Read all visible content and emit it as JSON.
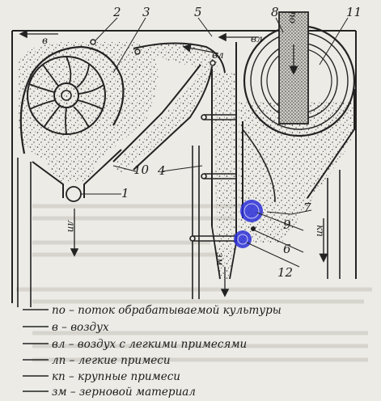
{
  "diagram": {
    "part_numbers": [
      "1",
      "2",
      "3",
      "4",
      "5",
      "6",
      "7",
      "8",
      "9",
      "10",
      "11",
      "12"
    ],
    "flows": {
      "po": "по",
      "v": "в",
      "vl_top": "вл",
      "vl_mid": "вл",
      "lp": "лп",
      "zm": "зм",
      "kp": "кп"
    }
  },
  "legend": [
    {
      "code": "по",
      "sep": " – ",
      "text": "поток обрабатываемой культуры"
    },
    {
      "code": "в",
      "sep": " – ",
      "text": "воздух"
    },
    {
      "code": "вл",
      "sep": " – ",
      "text": "воздух с легкими примесями"
    },
    {
      "code": "лп",
      "sep": " – ",
      "text": "легкие примеси"
    },
    {
      "code": "кп",
      "sep": " – ",
      "text": "крупные примеси"
    },
    {
      "code": "зм",
      "sep": " – ",
      "text": "зерновой материал"
    }
  ],
  "colors": {
    "ink": "#222222",
    "paper": "#ecebe6",
    "marker_blue": "#2b2fd6"
  }
}
